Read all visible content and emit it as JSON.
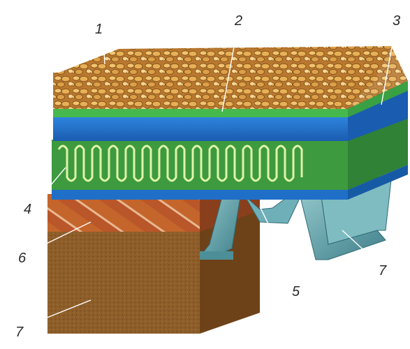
{
  "diagram": {
    "labels": {
      "l1": "1",
      "l2": "2",
      "l3": "3",
      "l4": "4",
      "l5": "5",
      "l6": "6",
      "l7a": "7",
      "l7b": "7"
    },
    "colors": {
      "gravel": "#c98a3a",
      "gravel_light": "#f0c878",
      "membrane_green": "#3fae4a",
      "blue_layer": "#1e6fc8",
      "blue_layer_dark": "#1655a0",
      "insulation_green": "#3f9a3f",
      "insulation_wave": "#d8f0a0",
      "steel_deck": "#5aa0a8",
      "steel_deck_dark": "#3a7a86",
      "masonry_brick": "#b85a2a",
      "masonry_block": "#8a5a26"
    }
  }
}
